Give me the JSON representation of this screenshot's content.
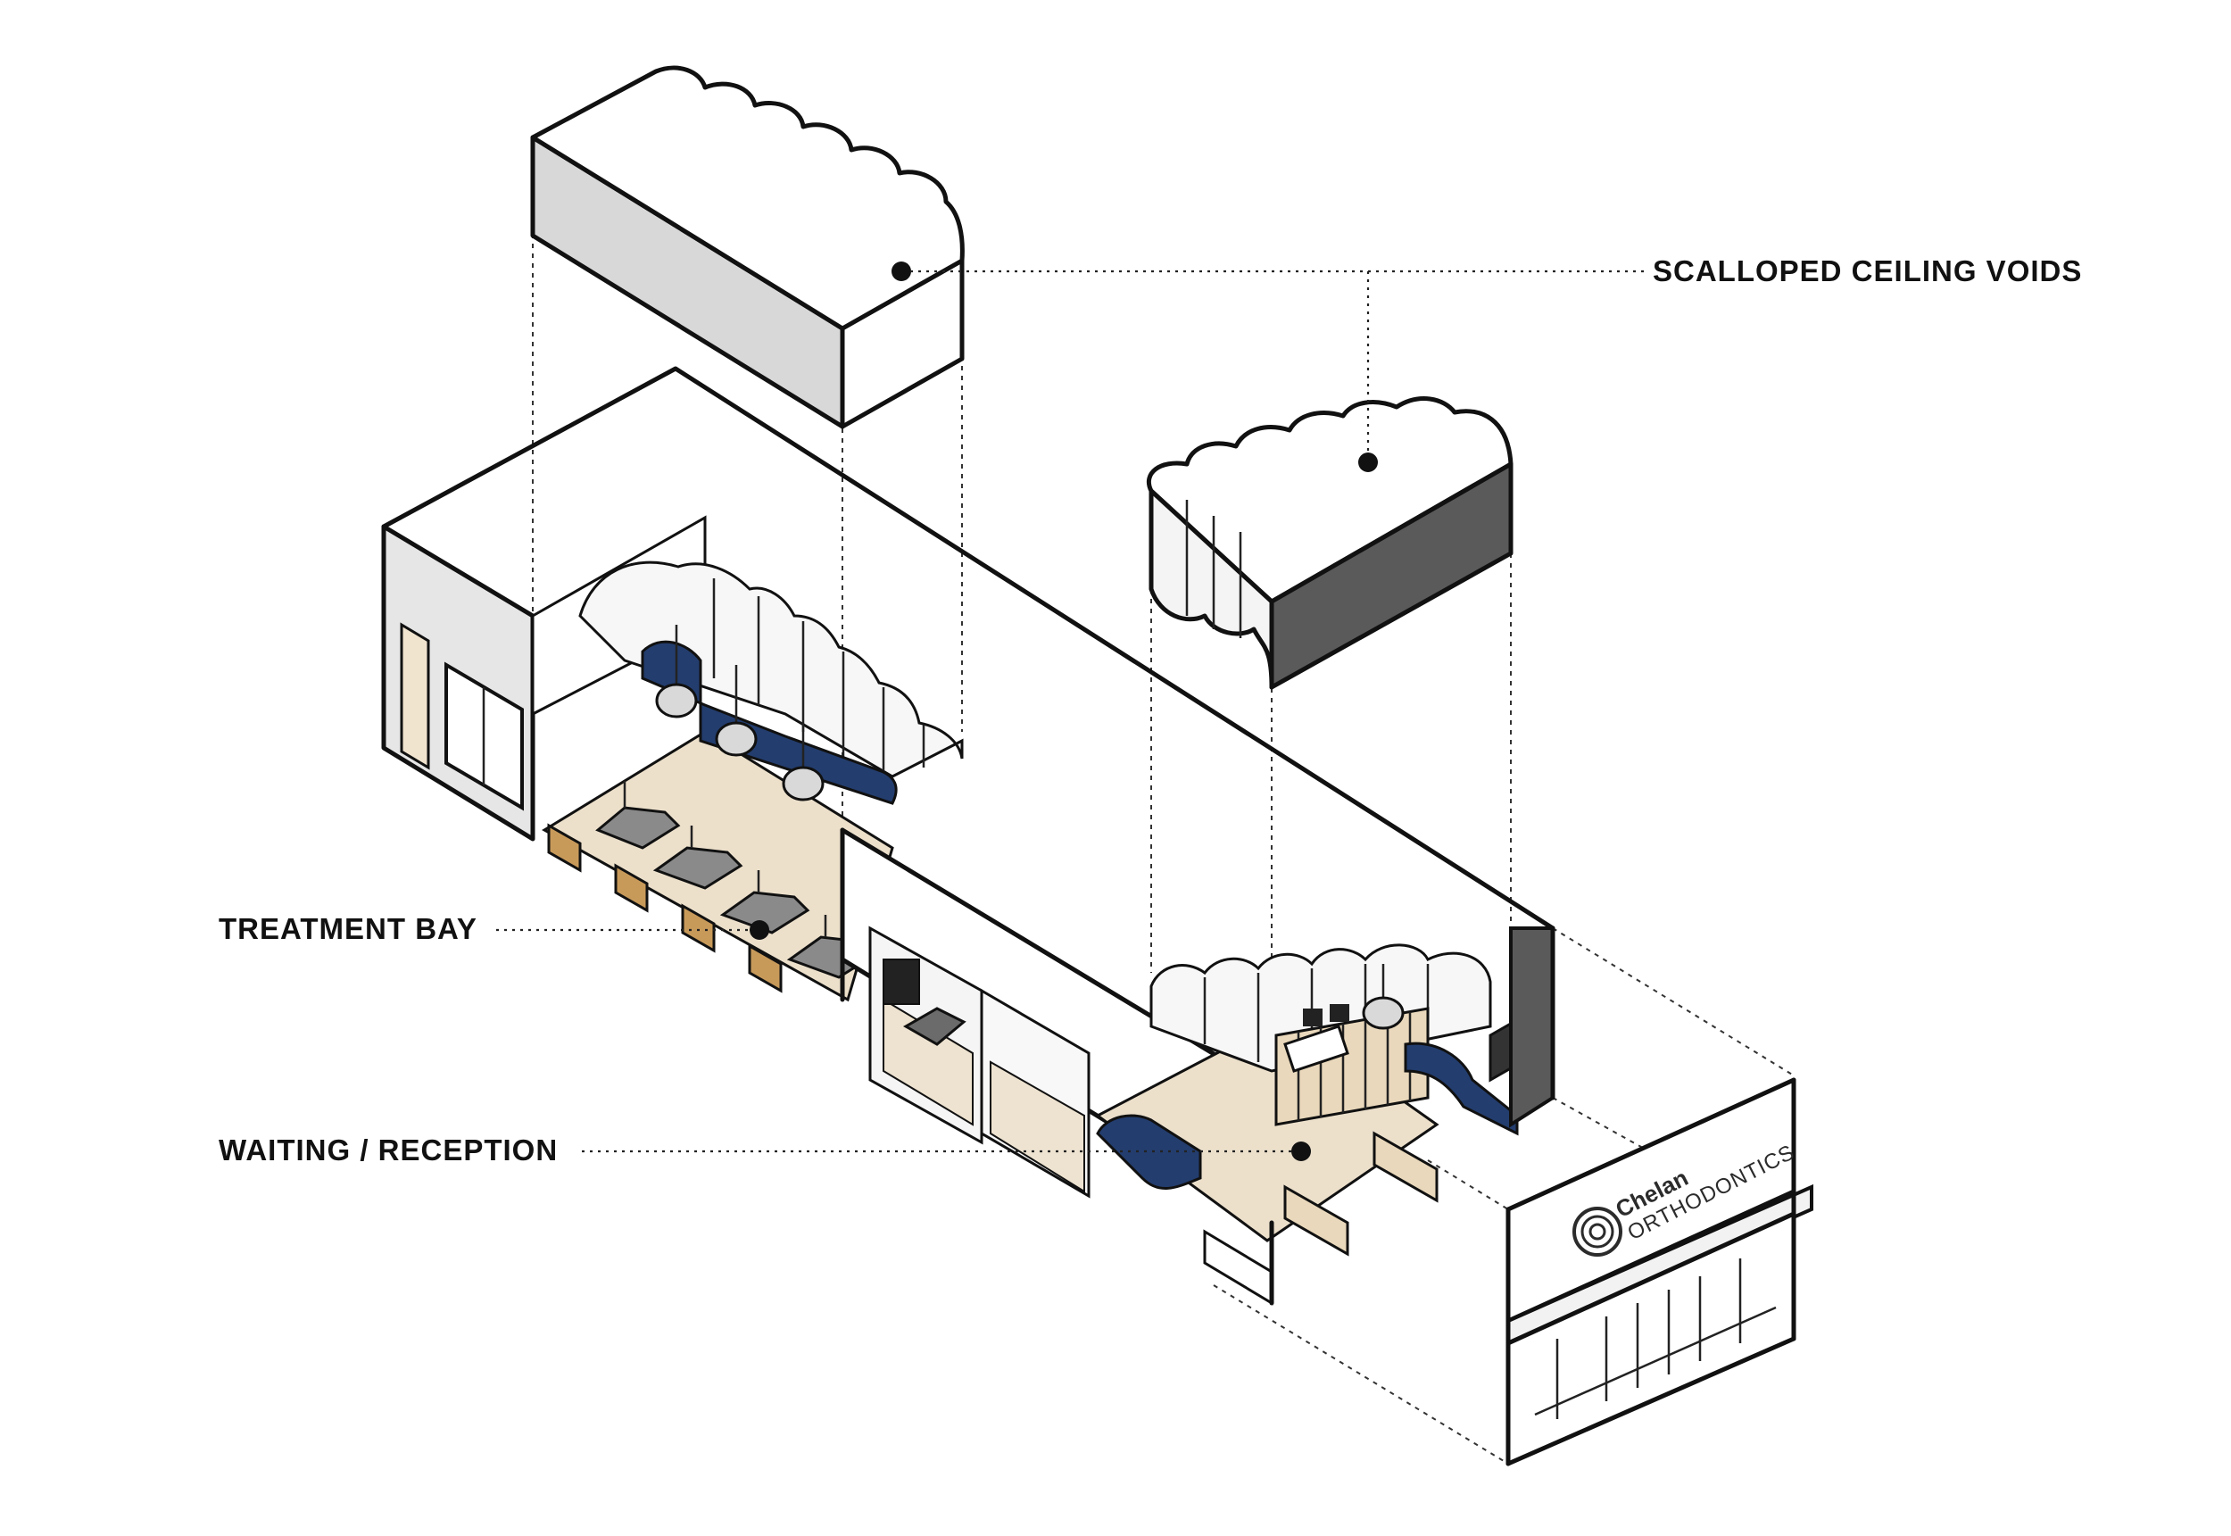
{
  "labels": {
    "scalloped": "SCALLOPED CEILING VOIDS",
    "treatment": "TREATMENT BAY",
    "waiting": "WAITING / RECEPTION"
  },
  "sign": {
    "brand_top": "Chelan",
    "brand_bottom": "ORTHODONTICS"
  },
  "colors": {
    "navy": "#233d6e",
    "wood": "#e9d8bb",
    "wood_dark": "#c89a5a",
    "wall_grey": "#d6d6d6",
    "wall_light": "#ededed",
    "void_dark": "#5a5a5a",
    "chair": "#8a8a8a"
  }
}
